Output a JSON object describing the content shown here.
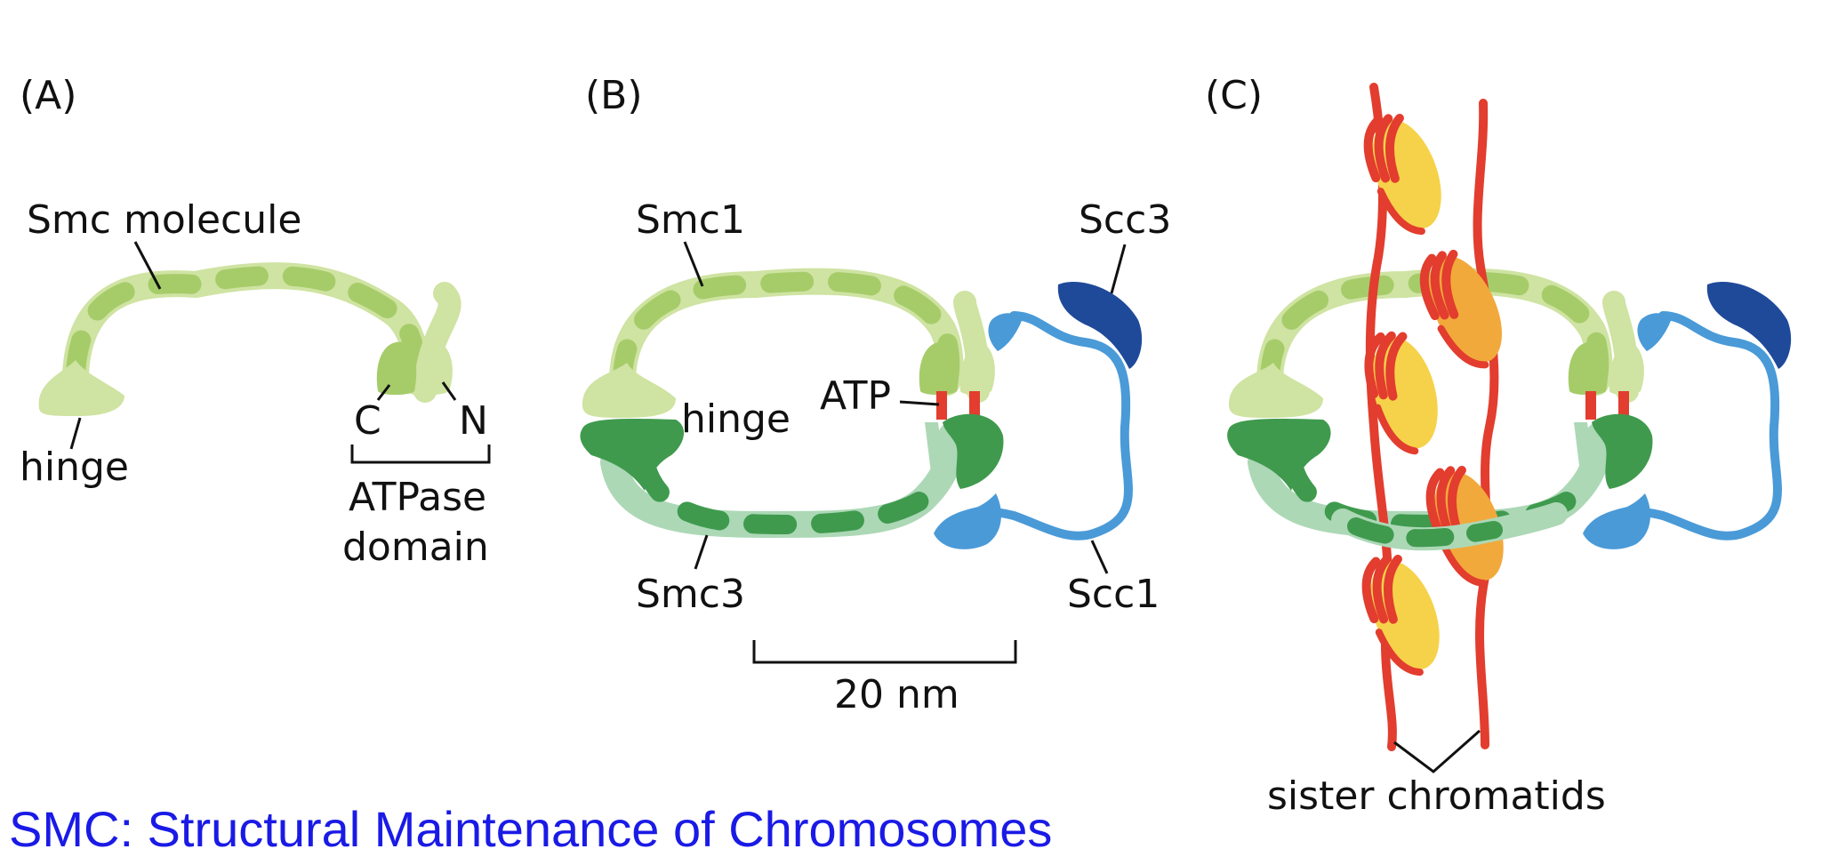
{
  "panels": {
    "a": {
      "tag": "(A)",
      "smc_molecule": "Smc molecule",
      "hinge": "hinge",
      "c_terminus": "C",
      "n_terminus": "N",
      "atpase_line1": "ATPase",
      "atpase_line2": "domain"
    },
    "b": {
      "tag": "(B)",
      "smc1": "Smc1",
      "scc3": "Scc3",
      "hinge": "hinge",
      "atp": "ATP",
      "smc3": "Smc3",
      "scc1": "Scc1",
      "scale_bar": "20 nm"
    },
    "c": {
      "tag": "(C)",
      "sister_chromatids": "sister chromatids"
    }
  },
  "footer": {
    "text": "SMC: Structural Maintenance of Chromosomes"
  },
  "colors": {
    "smc_light": "#cfe3a2",
    "smc_mid": "#a6cc6a",
    "smc3_dark": "#3f9a4e",
    "smc3_light": "#acd8b6",
    "atp": "#e23d2e",
    "scc1": "#4a9ad8",
    "scc3": "#1f4a9a",
    "chromatin": "#e23d2e",
    "nucleosome_yellow": "#f6d24a",
    "nucleosome_orange": "#f2a93b",
    "footer": "#1a1ae6"
  }
}
